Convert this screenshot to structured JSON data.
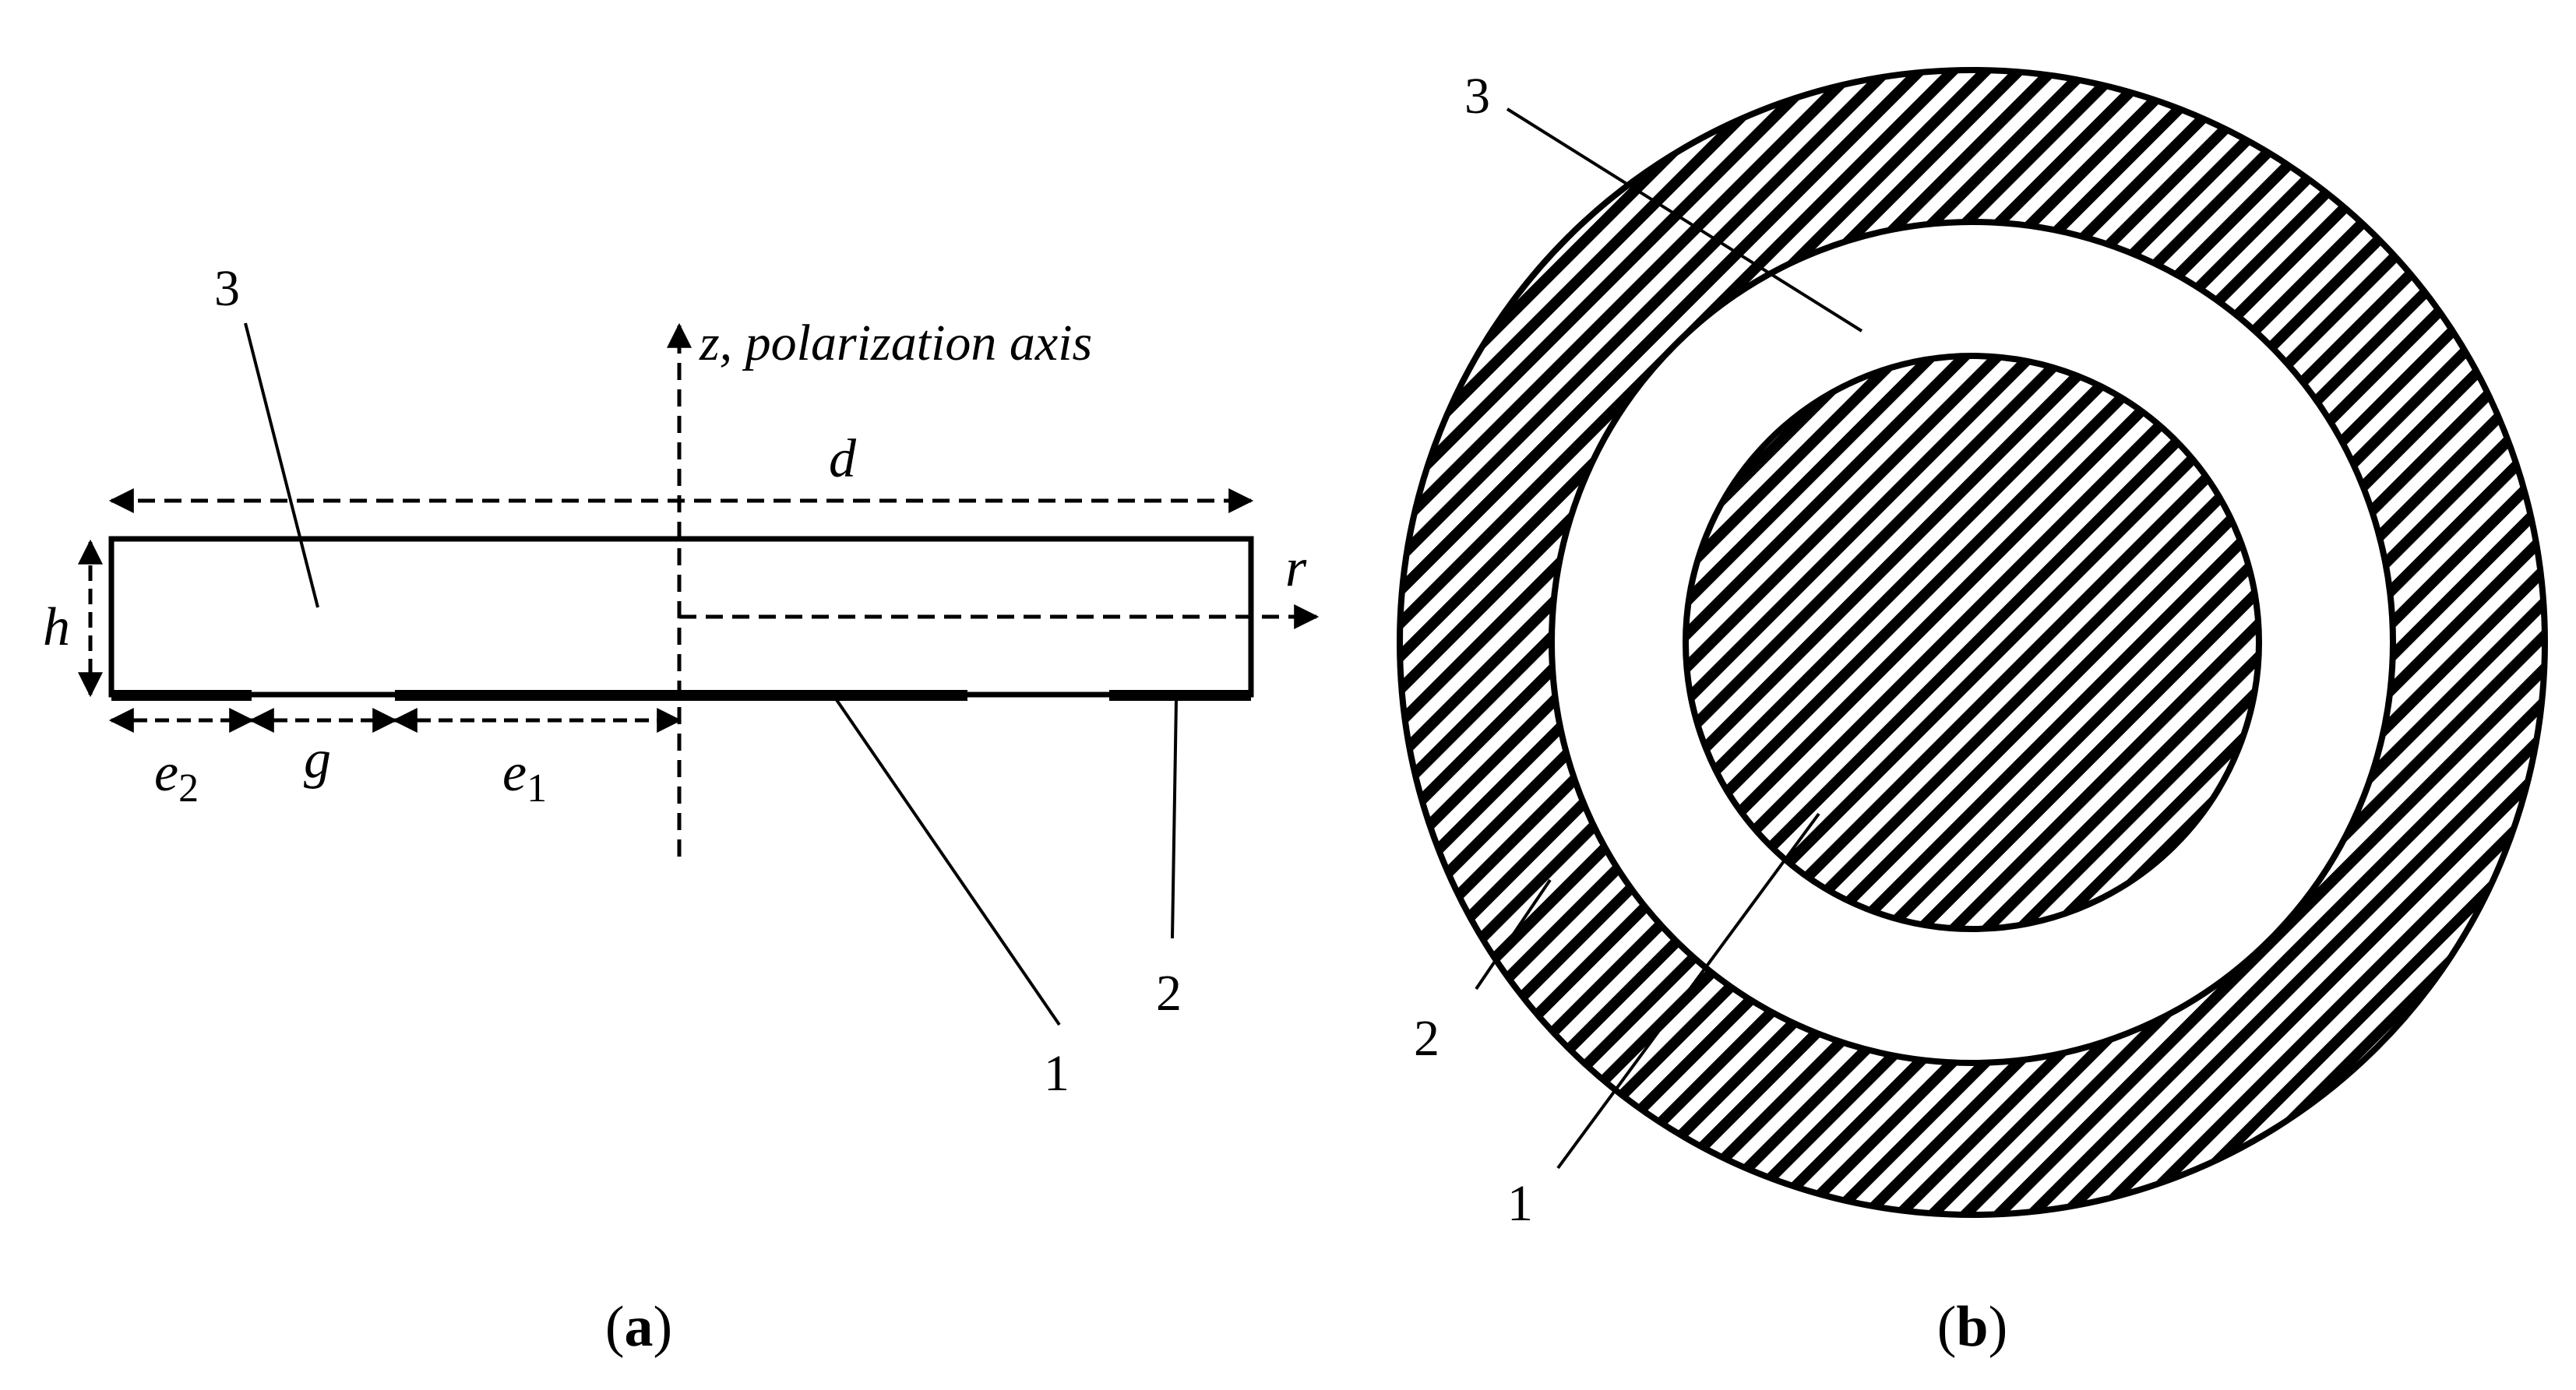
{
  "panel_a": {
    "axis_label": "z, polarization axis",
    "diameter_label": "d",
    "height_label": "h",
    "radial_label": "r",
    "dim_e2_base": "e",
    "dim_e2_sub": "2",
    "dim_g": "g",
    "dim_e1_base": "e",
    "dim_e1_sub": "1",
    "callout_3": "3",
    "callout_1": "1",
    "callout_2": "2",
    "caption_open": "(",
    "caption_letter": "a",
    "caption_close": ")"
  },
  "panel_b": {
    "callout_3": "3",
    "callout_2": "2",
    "callout_1": "1",
    "caption_open": "(",
    "caption_letter": "b",
    "caption_close": ")"
  },
  "colors": {
    "ink": "#000000",
    "background": "#ffffff"
  }
}
